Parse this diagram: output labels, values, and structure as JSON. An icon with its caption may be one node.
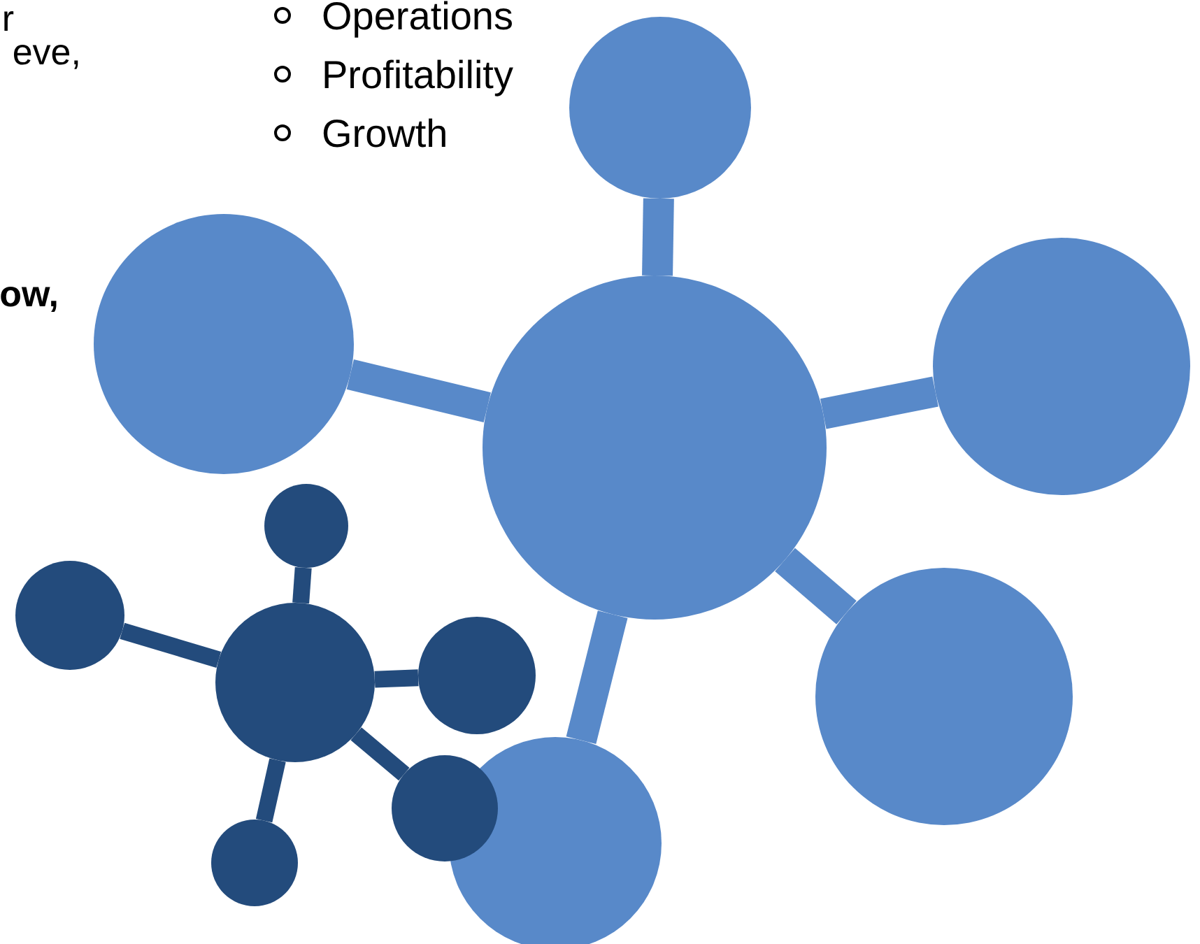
{
  "diagram": {
    "nodes": [
      {
        "text": [],
        "shape": "circle"
      },
      {
        "text": [],
        "shape": "circle"
      },
      {
        "text": [],
        "shape": "circle"
      },
      {
        "text": [],
        "shape": "circle"
      },
      {
        "text": [],
        "shape": "circle"
      },
      {
        "text": [],
        "shape": "circle"
      },
      {
        "text": [],
        "shape": "circle"
      },
      {
        "text": [],
        "shape": "circle"
      },
      {
        "text": [],
        "shape": "circle"
      },
      {
        "text": [],
        "shape": "circle"
      },
      {
        "text": [],
        "shape": "circle"
      },
      {
        "text": [],
        "shape": "circle"
      }
    ],
    "edges": [
      {
        "from": 3,
        "to": 0,
        "arrow": "none",
        "style": "thick"
      },
      {
        "from": 3,
        "to": 1,
        "arrow": "none",
        "style": "thick"
      },
      {
        "from": 3,
        "to": 2,
        "arrow": "none",
        "style": "thick"
      },
      {
        "from": 3,
        "to": 8,
        "arrow": "none",
        "style": "thick"
      },
      {
        "from": 3,
        "to": 10,
        "arrow": "none",
        "style": "thick"
      },
      {
        "from": 6,
        "to": 4,
        "arrow": "none",
        "color": "#234b7c"
      },
      {
        "from": 6,
        "to": 5,
        "arrow": "none",
        "color": "#234b7c"
      },
      {
        "from": 6,
        "to": 7,
        "arrow": "none",
        "color": "#234b7c"
      },
      {
        "from": 6,
        "to": 9,
        "arrow": "none",
        "color": "#234b7c"
      },
      {
        "from": 6,
        "to": 11,
        "arrow": "none",
        "color": "#234b7c"
      }
    ],
    "labels": [
      "r",
      "eve,",
      "ow,",
      "Operations",
      "Profitability",
      "Growth"
    ]
  }
}
